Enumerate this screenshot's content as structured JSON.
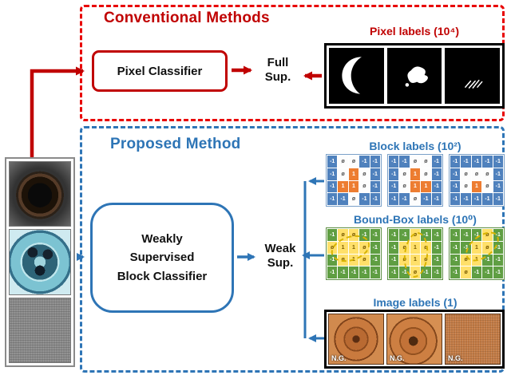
{
  "colors": {
    "conventional_red": "#c00000",
    "dashed_red": "#e80000",
    "proposed_blue": "#2e75b6",
    "cell_negative_blue": "#4f81bd",
    "cell_positive_orange": "#ed7d31",
    "cell_green": "#5f9e42",
    "cell_yellow": "#ffe06a"
  },
  "conventional": {
    "title": "Conventional Methods",
    "classifier": "Pixel Classifier",
    "full_sup": [
      "Full",
      "Sup."
    ],
    "pixel_labels": {
      "title": "Pixel labels (10⁴)",
      "masks": [
        "crescent-defect-mask",
        "blob-defect-mask",
        "scratch-defect-mask"
      ]
    }
  },
  "proposed": {
    "title": "Proposed Method",
    "classifier": [
      "Weakly",
      "Supervised",
      "Block Classifier"
    ],
    "weak_sup": [
      "Weak",
      "Sup."
    ],
    "block_labels": {
      "title": "Block labels (10²)",
      "grids": [
        [
          [
            "-1",
            "ø",
            "ø",
            "-1",
            "-1"
          ],
          [
            "-1",
            "ø",
            "1",
            "ø",
            "-1"
          ],
          [
            "-1",
            "1",
            "1",
            "ø",
            "-1"
          ],
          [
            "-1",
            "-1",
            "ø",
            "-1",
            "-1"
          ]
        ],
        [
          [
            "-1",
            "-1",
            "ø",
            "ø",
            "-1"
          ],
          [
            "-1",
            "ø",
            "1",
            "ø",
            "-1"
          ],
          [
            "-1",
            "ø",
            "1",
            "1",
            "-1"
          ],
          [
            "-1",
            "-1",
            "ø",
            "-1",
            "-1"
          ]
        ],
        [
          [
            "-1",
            "-1",
            "-1",
            "-1",
            "-1"
          ],
          [
            "-1",
            "ø",
            "ø",
            "ø",
            "-1"
          ],
          [
            "-1",
            "ø",
            "1",
            "ø",
            "-1"
          ],
          [
            "-1",
            "-1",
            "-1",
            "-1",
            "-1"
          ]
        ]
      ]
    },
    "bound_box_labels": {
      "title": "Bound-Box labels (10⁰)",
      "grids": [
        [
          [
            "-1",
            "ø",
            "ø",
            "-1",
            "-1"
          ],
          [
            "ø",
            "1",
            "1",
            "ø",
            "-1"
          ],
          [
            "-1",
            "ø",
            "1",
            "ø",
            "-1"
          ],
          [
            "-1",
            "-1",
            "-1",
            "-1",
            "-1"
          ]
        ],
        [
          [
            "-1",
            "-1",
            "ø",
            "-1",
            "-1"
          ],
          [
            "-1",
            "ø",
            "1",
            "ø",
            "-1"
          ],
          [
            "-1",
            "ø",
            "1",
            "ø",
            "-1"
          ],
          [
            "-1",
            "-1",
            "ø",
            "-1",
            "-1"
          ]
        ],
        [
          [
            "-1",
            "-1",
            "-1",
            "ø",
            "-1"
          ],
          [
            "-1",
            "-1",
            "1",
            "ø",
            "-1"
          ],
          [
            "-1",
            "ø",
            "1",
            "-1",
            "-1"
          ],
          [
            "-1",
            "ø",
            "-1",
            "-1",
            "-1"
          ]
        ]
      ]
    },
    "image_labels": {
      "title": "Image labels (1)",
      "tags": [
        "N.G.",
        "N.G.",
        "N.G."
      ]
    }
  },
  "samples": {
    "images": [
      "dark-cap-photo",
      "blue-cap-photo",
      "gray-fabric-photo"
    ]
  }
}
